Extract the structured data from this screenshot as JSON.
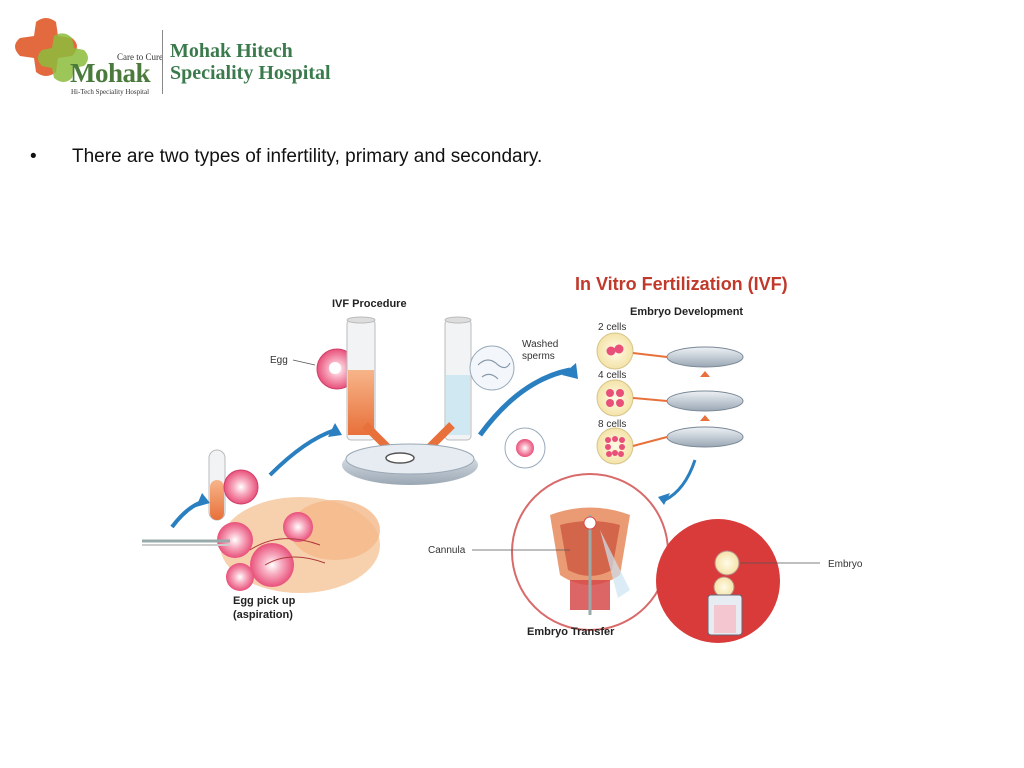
{
  "logo": {
    "tagline": "Care to Cure",
    "wordmark": "Mohak",
    "subline": "Hi-Tech Speciality Hospital",
    "name_line1": "Mohak Hitech",
    "name_line2": "Speciality Hospital"
  },
  "content": {
    "bullet": "There are two types of infertility, primary and secondary."
  },
  "diagram": {
    "title": "In Vitro Fertilization (IVF)",
    "procedure_label": "IVF Procedure",
    "embryo_dev_label": "Embryo Development",
    "egg_label": "Egg",
    "washed_label_1": "Washed",
    "washed_label_2": "sperms",
    "cells_2": "2 cells",
    "cells_4": "4 cells",
    "cells_8": "8 cells",
    "cannula_label": "Cannula",
    "embryo_label": "Embryo",
    "pickup_line1": "Egg pick up",
    "pickup_line2": "(aspiration)",
    "transfer_label": "Embryo Transfer"
  },
  "colors": {
    "brand_green": "#4a7a3c",
    "title_red": "#c0392b",
    "arrow_blue": "#2a7fc0",
    "egg_pink": "#e8507a"
  }
}
